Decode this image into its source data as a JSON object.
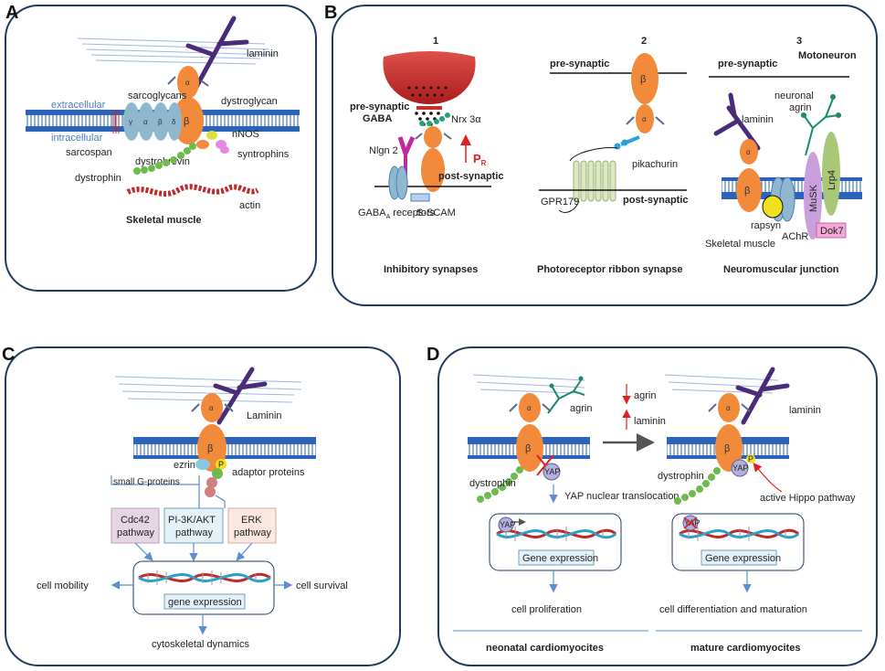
{
  "panels": {
    "A": {
      "label": "A",
      "laminin": "laminin",
      "sarcoglycans": "sarcoglycans",
      "dystroglycan": "dystroglycan",
      "extracellular": "extracellular",
      "intracellular": "intracellular",
      "sarcospan": "sarcospan",
      "dystrobrevin": "dystrobrevin",
      "nNOS": "nNOS",
      "syntrophins": "syntrophins",
      "dystrophin": "dystrophin",
      "actin": "actin",
      "caption": "Skeletal muscle",
      "greek": {
        "alpha": "α",
        "beta": "β",
        "gamma": "γ",
        "delta": "δ"
      }
    },
    "B": {
      "label": "B",
      "col1": {
        "number": "1",
        "pre": "pre-synaptic",
        "gaba": "GABA",
        "nrx": "Nrx 3α",
        "nlgn": "Nlgn 2",
        "pr": "P",
        "pr_sub": "R",
        "post": "post-synaptic",
        "gaba_receptors": "GABA",
        "gaba_receptors_sub": "A",
        "gaba_receptors_tail": " receptors",
        "sscam": "S-SCAM",
        "caption": "Inhibitory synapses"
      },
      "col2": {
        "number": "2",
        "pre": "pre-synaptic",
        "pikachurin": "pikachurin",
        "gpr": "GPR179",
        "post": "post-synaptic",
        "caption": "Photoreceptor ribbon synapse"
      },
      "col3": {
        "number": "3",
        "pre": "pre-synaptic",
        "motoneuron": "Motoneuron",
        "laminin": "laminin",
        "neuronal_agrin_1": "neuronal",
        "neuronal_agrin_2": "agrin",
        "musk": "MuSK",
        "lrp4": "Lrp4",
        "rapsyn": "rapsyn",
        "dok7": "Dok7",
        "achr": "AChR",
        "skeletal": "Skeletal muscle",
        "caption": "Neuromuscular junction"
      }
    },
    "C": {
      "label": "C",
      "laminin": "Laminin",
      "ezrin": "ezrin",
      "p": "P",
      "adaptor": "adaptor proteins",
      "small_g": "small G-proteins",
      "cdc42_1": "Cdc42",
      "cdc42_2": "pathway",
      "pi3k_1": "PI-3K/AKT",
      "pi3k_2": "pathway",
      "erk_1": "ERK",
      "erk_2": "pathway",
      "cell_mobility": "cell mobility",
      "cell_survival": "cell survival",
      "gene_expression": "gene expression",
      "cytoskeletal": "cytoskeletal dynamics"
    },
    "D": {
      "label": "D",
      "agrin_top": "agrin",
      "agrin": "agrin",
      "laminin_mid": "laminin",
      "laminin_right": "laminin",
      "dystrophin_left": "dystrophin",
      "dystrophin_right": "dystrophin",
      "yap": "YAP",
      "p": "P",
      "yap_translocation": "YAP nuclear translocation",
      "hippo": "active Hippo pathway",
      "gene_expression_left": "Gene expression",
      "gene_expression_right": "Gene expression",
      "cell_proliferation": "cell proliferation",
      "cell_differentiation": "cell differentiation  and maturation",
      "neonatal": "neonatal cardiomyocites",
      "mature": "mature cardiomyocites"
    }
  },
  "colors": {
    "panel_border": "#1e3a5f",
    "membrane_blue": "#2a63b8",
    "dystroglycan_orange": "#f28a3c",
    "laminin_purple": "#4a2b7a",
    "dystrophin_green": "#6dbb4e",
    "actin_red": "#c0282a",
    "sarcoglycan_blue": "#8fb8cf",
    "terminal_red": "#c8302c",
    "arrow_blue": "#5b8fd0"
  }
}
